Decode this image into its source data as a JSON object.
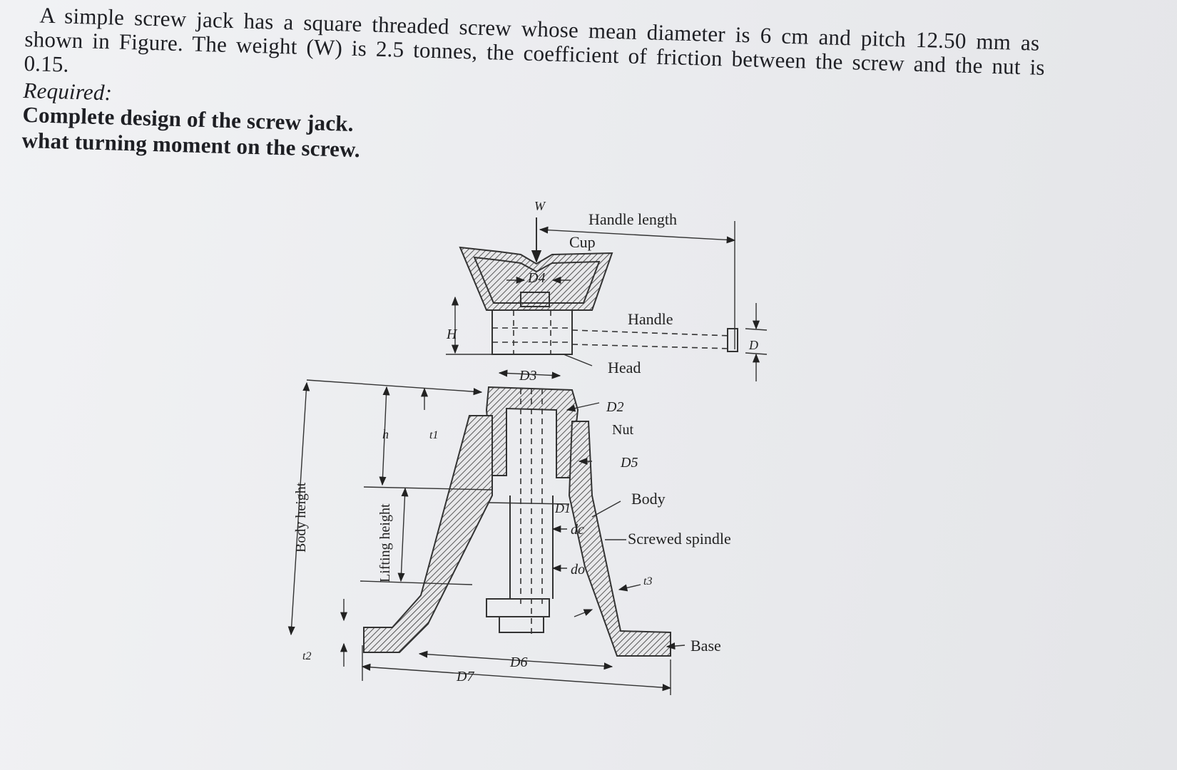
{
  "problem": {
    "lines": [
      "A simple screw jack has a square threaded screw whose mean diameter is 6 cm and pitch 12.50 mm as",
      "shown in Figure. The weight (W) is 2.5 tonnes, the coefficient of friction between the screw and the nut is",
      "0.15.",
      "Required:",
      "Complete design of the screw jack.",
      "what turning moment on the screw."
    ]
  },
  "figure": {
    "labels": {
      "W": "W",
      "handle_length": "Handle length",
      "cup": "Cup",
      "D4": "D4",
      "handle": "Handle",
      "H": "H",
      "D": "D",
      "head": "Head",
      "D3": "D3",
      "D2": "D2",
      "nut": "Nut",
      "D5": "D5",
      "body": "Body",
      "screwed_spindle": "Screwed spindle",
      "D1": "D1",
      "dc": "dc",
      "do": "do",
      "t3": "t3",
      "base": "Base",
      "body_height": "Body height",
      "h": "h",
      "t1": "t1",
      "lifting_height": "Lifting height",
      "t2": "t2",
      "D6": "D6",
      "D7": "D7"
    }
  }
}
